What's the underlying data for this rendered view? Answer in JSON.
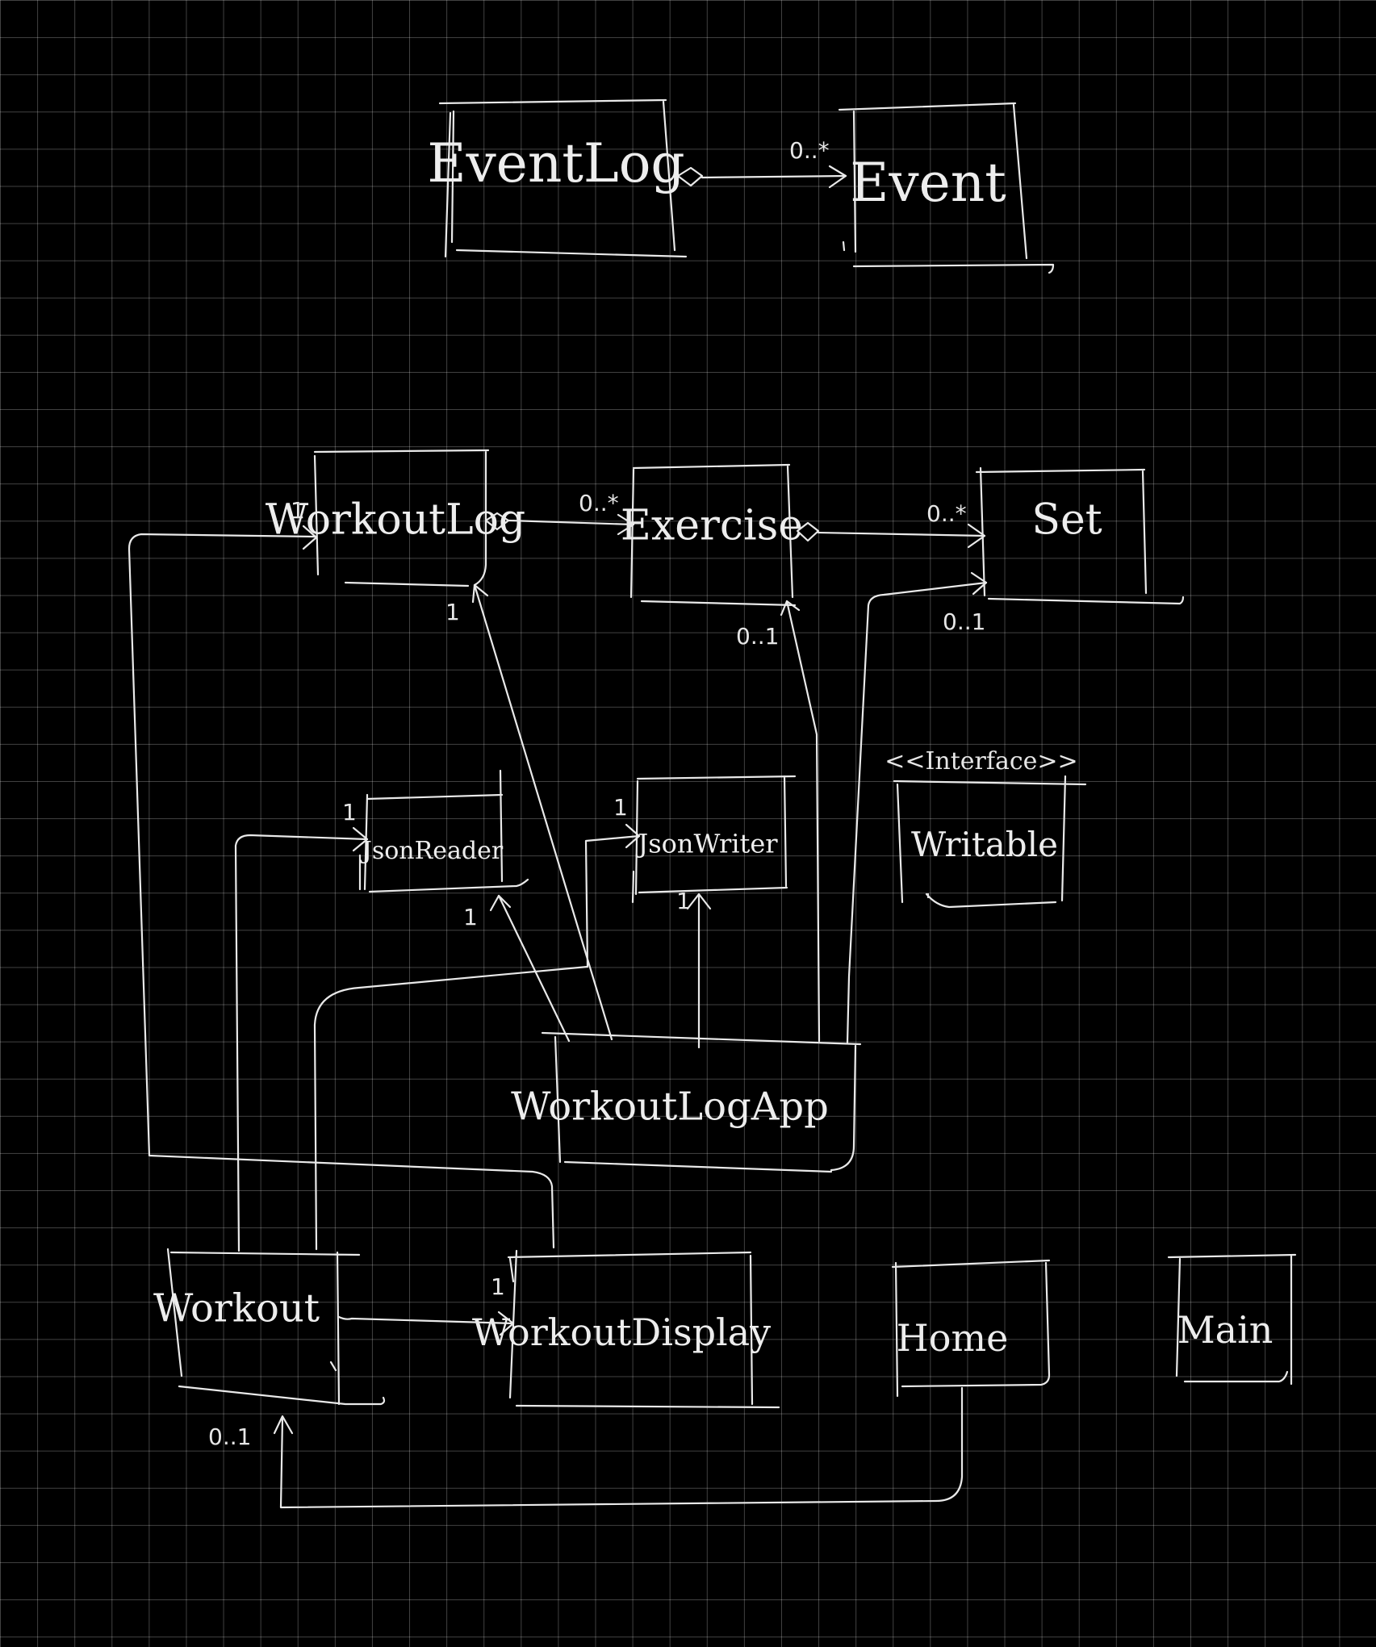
{
  "colors": {
    "background": "#000000",
    "grid": "#3f3f3f",
    "ink": "#e9e9e9"
  },
  "diagram": {
    "classes": {
      "event_log": "EventLog",
      "event": "Event",
      "workout_log": "WorkoutLog",
      "exercise": "Exercise",
      "set": "Set",
      "json_reader": "JsonReader",
      "json_writer": "JsonWriter",
      "writable": "Writable",
      "workout_log_app": "WorkoutLogApp",
      "workout": "Workout",
      "workout_display": "WorkoutDisplay",
      "home": "Home",
      "main": "Main"
    },
    "stereotypes": {
      "writable": "<<Interface>>"
    },
    "multiplicities": {
      "eventlog_event": "0..*",
      "workoutlog_exercise": "0..*",
      "exercise_set": "0..*",
      "app_workoutlog_left": "1",
      "app_workoutlog_bottom": "1",
      "app_exercise": "0..1",
      "app_set": "0..1",
      "jsonreader_left": "1",
      "jsonreader_bottom": "1",
      "jsonwriter_left": "1",
      "jsonwriter_bottom": "1",
      "workout_display": "1",
      "home_workout": "0..1"
    }
  }
}
